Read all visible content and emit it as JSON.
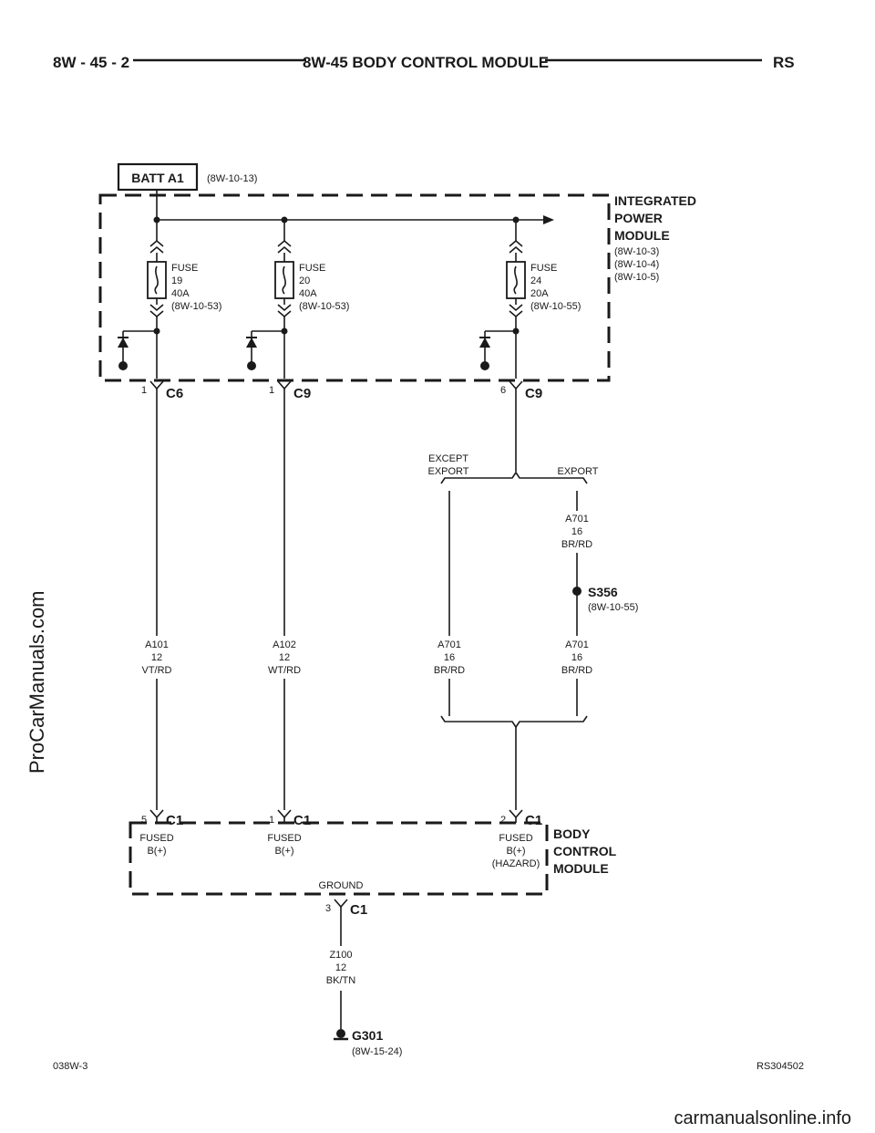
{
  "header": {
    "page_number": "8W - 45 - 2",
    "title": "8W-45 BODY CONTROL MODULE",
    "section": "RS"
  },
  "battery": {
    "label": "BATT A1",
    "ref": "(8W-10-13)"
  },
  "ipm": {
    "title_lines": [
      "INTEGRATED",
      "POWER",
      "MODULE"
    ],
    "refs": [
      "(8W-10-3)",
      "(8W-10-4)",
      "(8W-10-5)"
    ]
  },
  "fuses": [
    {
      "lines": [
        "FUSE",
        "19",
        "40A",
        "(8W-10-53)"
      ]
    },
    {
      "lines": [
        "FUSE",
        "20",
        "40A",
        "(8W-10-53)"
      ]
    },
    {
      "lines": [
        "FUSE",
        "24",
        "20A",
        "(8W-10-55)"
      ]
    }
  ],
  "ipm_connectors": [
    {
      "pin": "1",
      "name": "C6"
    },
    {
      "pin": "1",
      "name": "C9"
    },
    {
      "pin": "6",
      "name": "C9"
    }
  ],
  "options": {
    "except_export": [
      "EXCEPT",
      "EXPORT"
    ],
    "export": "EXPORT"
  },
  "wires": {
    "a101": [
      "A101",
      "12",
      "VT/RD"
    ],
    "a102": [
      "A102",
      "12",
      "WT/RD"
    ],
    "a701_except": [
      "A701",
      "16",
      "BR/RD"
    ],
    "a701_upper": [
      "A701",
      "16",
      "BR/RD"
    ],
    "a701_lower": [
      "A701",
      "16",
      "BR/RD"
    ],
    "z100": [
      "Z100",
      "12",
      "BK/TN"
    ]
  },
  "splice": {
    "name": "S356",
    "ref": "(8W-10-55)"
  },
  "bcm_connectors": [
    {
      "pin": "5",
      "name": "C1",
      "desc": [
        "FUSED",
        "B(+)"
      ]
    },
    {
      "pin": "1",
      "name": "C1",
      "desc": [
        "FUSED",
        "B(+)"
      ]
    },
    {
      "pin": "2",
      "name": "C1",
      "desc": [
        "FUSED",
        "B(+)",
        "(HAZARD)"
      ]
    }
  ],
  "bcm": {
    "title_lines": [
      "BODY",
      "CONTROL",
      "MODULE"
    ]
  },
  "ground_pin": {
    "label": "GROUND",
    "pin": "3",
    "name": "C1"
  },
  "ground": {
    "name": "G301",
    "ref": "(8W-15-24)"
  },
  "footer": {
    "left": "038W-3",
    "right": "RS304502"
  },
  "watermarks": {
    "side": "ProCarManuals.com",
    "bottom": "carmanualsonline.info"
  }
}
